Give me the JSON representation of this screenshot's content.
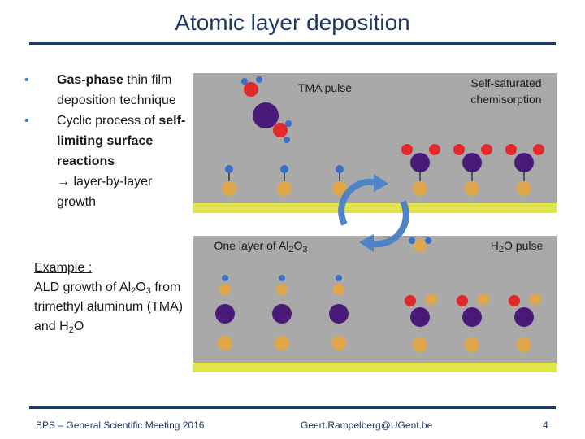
{
  "title": "Atomic layer deposition",
  "bullets": [
    {
      "lead": "Gas-phase",
      "rest": " thin film deposition technique"
    },
    {
      "lead": "",
      "rest": "Cyclic process of "
    },
    {
      "lead": "self-limiting surface reactions",
      "rest": ""
    },
    {
      "lead": "",
      "rest": "→ layer-by-layer growth"
    }
  ],
  "example": {
    "heading": "Example :",
    "line1": "ALD growth of Al",
    "sub1": "2",
    "mid1": "O",
    "sub2": "3",
    "line2": " from trimethyl aluminum (TMA) and H",
    "sub3": "2",
    "line3": "O"
  },
  "labels": {
    "tma": "TMA pulse",
    "self_sat": "Self-saturated chemisorption",
    "one_layer_a": "One layer of Al",
    "one_layer_sub1": "2",
    "one_layer_b": "O",
    "one_layer_sub2": "3",
    "h2o_a": "H",
    "h2o_sub": "2",
    "h2o_b": "O pulse"
  },
  "footer": {
    "left": "BPS – General Scientific Meeting 2016",
    "center": "Geert.Rampelberg@UGent.be",
    "page": "4"
  },
  "colors": {
    "title": "#1f3864",
    "panel_bg": "#a9a9a9",
    "surface": "#e3e64a",
    "gold": "#e0a64a",
    "red": "#e02a2a",
    "blue": "#3a6fc8",
    "purple": "#4a1a78",
    "arrow": "#4f83c6"
  }
}
